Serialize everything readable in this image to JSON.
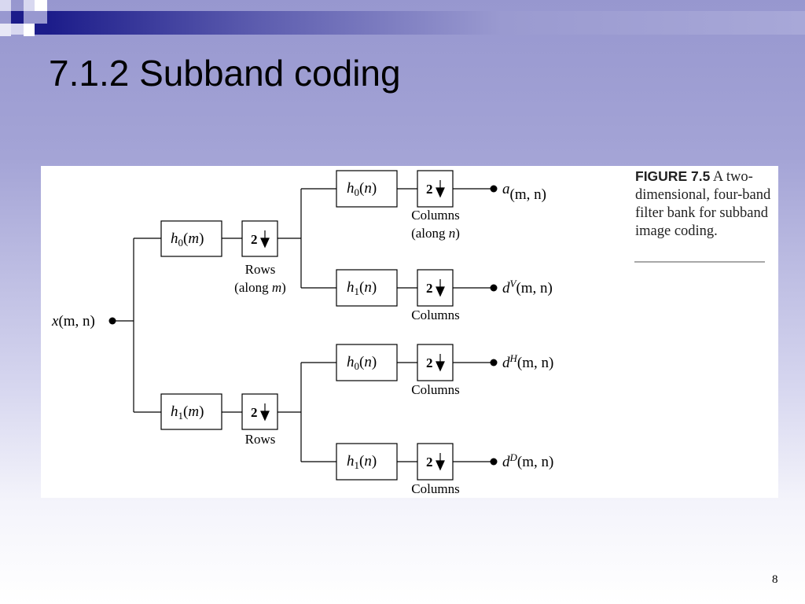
{
  "slide": {
    "title": "7.1.2 Subband coding",
    "page_number": "8"
  },
  "figure": {
    "caption_label": "FIGURE 7.5",
    "caption_text": "A two-dimensional, four-band filter bank for subband image coding.",
    "input": {
      "name": "x",
      "args": "(m, n)"
    },
    "downsample_label": "2",
    "stage1": [
      {
        "filter": "h",
        "index": "0",
        "arg": "m",
        "label_line1": "Rows",
        "label_line2_prefix": "(along ",
        "label_line2_var": "m",
        "label_line2_suffix": ")"
      },
      {
        "filter": "h",
        "index": "1",
        "arg": "m",
        "label_line1": "Rows"
      }
    ],
    "stage2": [
      {
        "filter": "h",
        "index": "0",
        "arg": "n",
        "label_line1": "Columns",
        "label_line2_prefix": "(along ",
        "label_line2_var": "n",
        "label_line2_suffix": ")",
        "output": "a",
        "output_sup": "",
        "output_args": "(m, n)"
      },
      {
        "filter": "h",
        "index": "1",
        "arg": "n",
        "label_line1": "Columns",
        "output": "d",
        "output_sup": "V",
        "output_args": "(m, n)"
      },
      {
        "filter": "h",
        "index": "0",
        "arg": "n",
        "label_line1": "Columns",
        "output": "d",
        "output_sup": "H",
        "output_args": "(m, n)"
      },
      {
        "filter": "h",
        "index": "1",
        "arg": "n",
        "label_line1": "Columns",
        "output": "d",
        "output_sup": "D",
        "output_args": "(m, n)"
      }
    ]
  },
  "colors": {
    "header_dark": "#1c1c8a",
    "header_light": "#c8c8e8",
    "background_top": "#9797cf"
  }
}
